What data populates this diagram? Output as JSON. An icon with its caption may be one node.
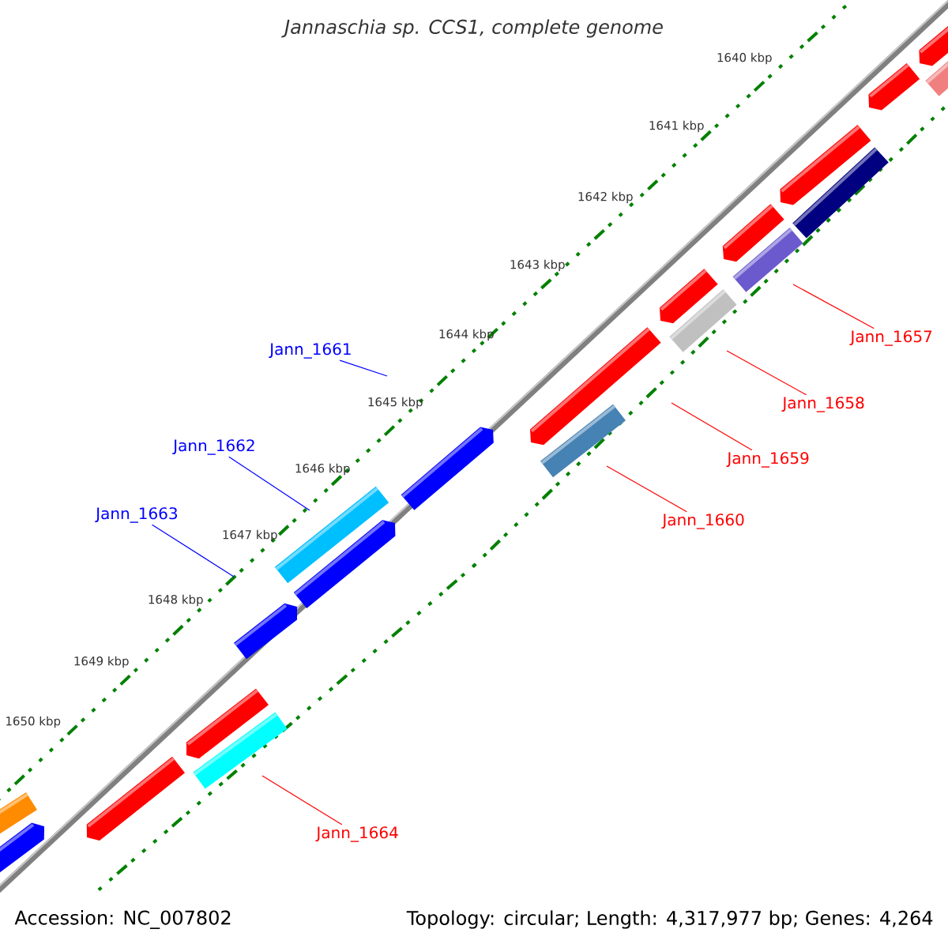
{
  "diagram": {
    "title": "Jannaschia sp. CCS1, complete genome",
    "nodes": [
      {
        "text": [
          "Jann_1657"
        ]
      },
      {
        "text": [
          "Jann_1658"
        ]
      },
      {
        "text": [
          "Jann_1659"
        ]
      },
      {
        "text": [
          "Jann_1660"
        ]
      },
      {
        "text": [
          "Jann_1661"
        ]
      },
      {
        "text": [
          "Jann_1662"
        ]
      },
      {
        "text": [
          "Jann_1663"
        ]
      },
      {
        "text": [
          "Jann_1664"
        ]
      }
    ],
    "edges": [
      {
        "from": 0,
        "to": null,
        "arrow": "none"
      },
      {
        "from": 1,
        "to": null,
        "arrow": "none"
      },
      {
        "from": 2,
        "to": null,
        "arrow": "none"
      },
      {
        "from": 3,
        "to": null,
        "arrow": "none"
      },
      {
        "from": 4,
        "to": null,
        "arrow": "none",
        "color": "#0000ff"
      },
      {
        "from": 5,
        "to": null,
        "arrow": "none",
        "color": "#0000ff"
      },
      {
        "from": 6,
        "to": null,
        "arrow": "none",
        "color": "#0000ff"
      },
      {
        "from": 7,
        "to": null,
        "arrow": "none"
      }
    ],
    "labels": [
      "1640 kbp",
      "1641 kbp",
      "1642 kbp",
      "1643 kbp",
      "1644 kbp",
      "1645 kbp",
      "1646 kbp",
      "1647 kbp",
      "1648 kbp",
      "1649 kbp",
      "1650 kbp",
      "Accession: NC_007802",
      "Topology: circular; Length: 4,317,977 bp; Genes: 4,264"
    ]
  }
}
